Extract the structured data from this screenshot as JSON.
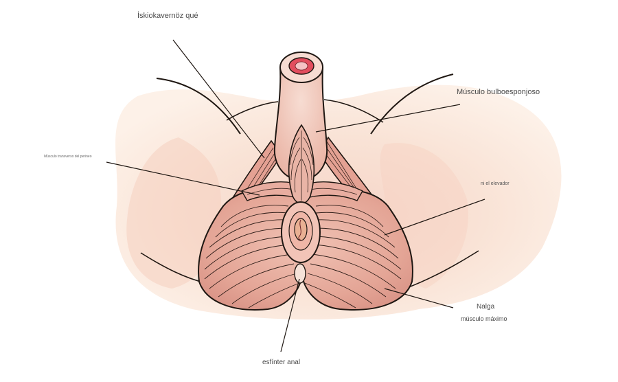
{
  "colors": {
    "skin": "#fae9db",
    "skin_pink": "#f2c3b3",
    "muscle": "#e9b1a2",
    "muscle_dark": "#d88f80",
    "stroke": "#1f1712",
    "label_text": "#4a4a4a",
    "opening": "#e24d5e"
  },
  "labels": {
    "isquiocavernoso": "İskiokavernöz qué",
    "bulboesponjoso": "Músculo bulboesponjoso",
    "transverso": "Músculo transverso del perineo",
    "elevador": "ni el elevador",
    "nalga": "Nalga",
    "gluteo": "músculo máximo",
    "esfinter": "esfínter anal"
  }
}
